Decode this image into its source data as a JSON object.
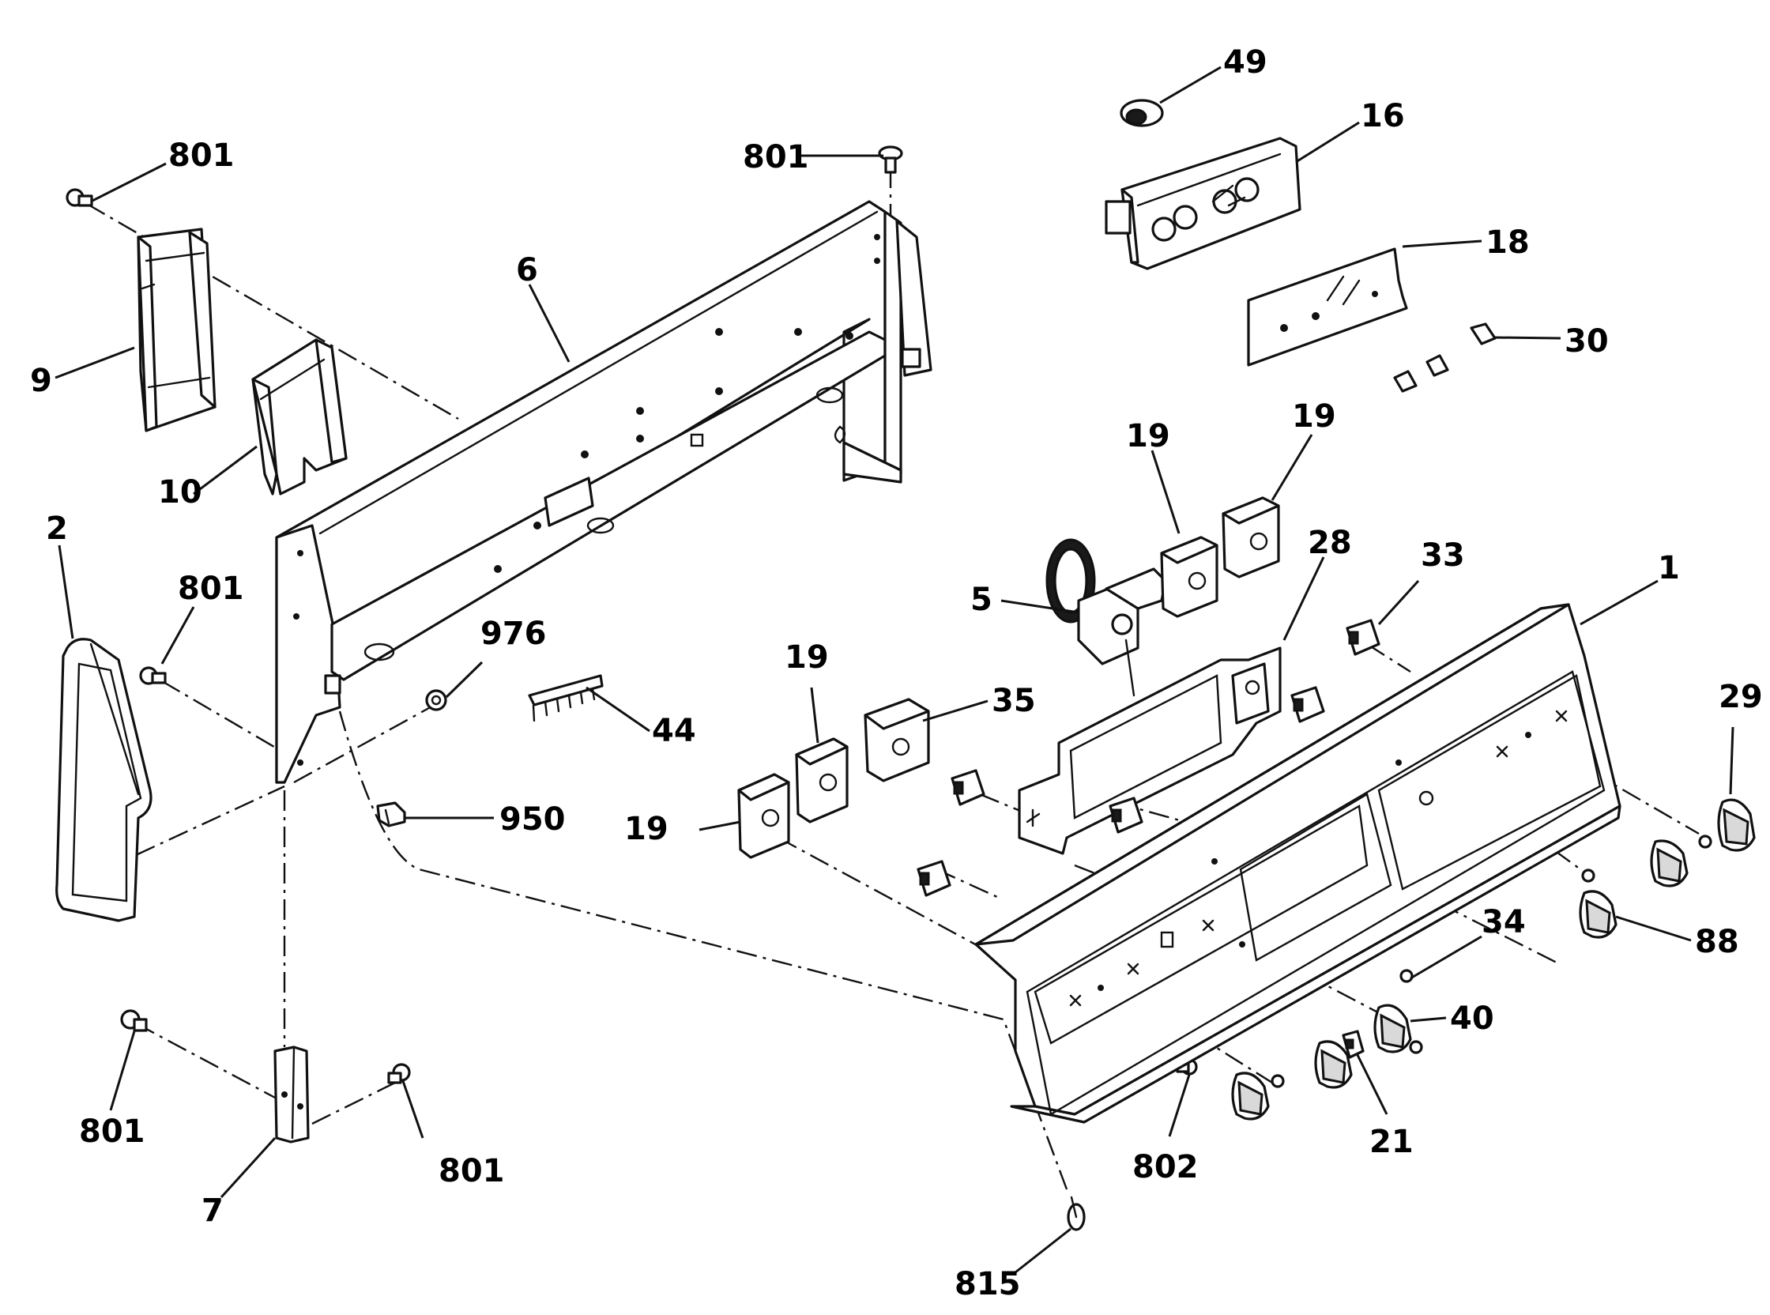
{
  "diagram": {
    "callouts": {
      "c801_a": "801",
      "c801_b": "801",
      "c801_c": "801",
      "c801_d": "801",
      "c801_e": "801",
      "c49": "49",
      "c16": "16",
      "c18": "18",
      "c30": "30",
      "c6": "6",
      "c9": "9",
      "c10": "10",
      "c2": "2",
      "c19_a": "19",
      "c19_b": "19",
      "c19_c": "19",
      "c19_d": "19",
      "c28": "28",
      "c33": "33",
      "c1": "1",
      "c5": "5",
      "c976": "976",
      "c35": "35",
      "c44": "44",
      "c950": "950",
      "c29": "29",
      "c88": "88",
      "c34": "34",
      "c40": "40",
      "c21": "21",
      "c802": "802",
      "c815": "815",
      "c7": "7"
    }
  }
}
